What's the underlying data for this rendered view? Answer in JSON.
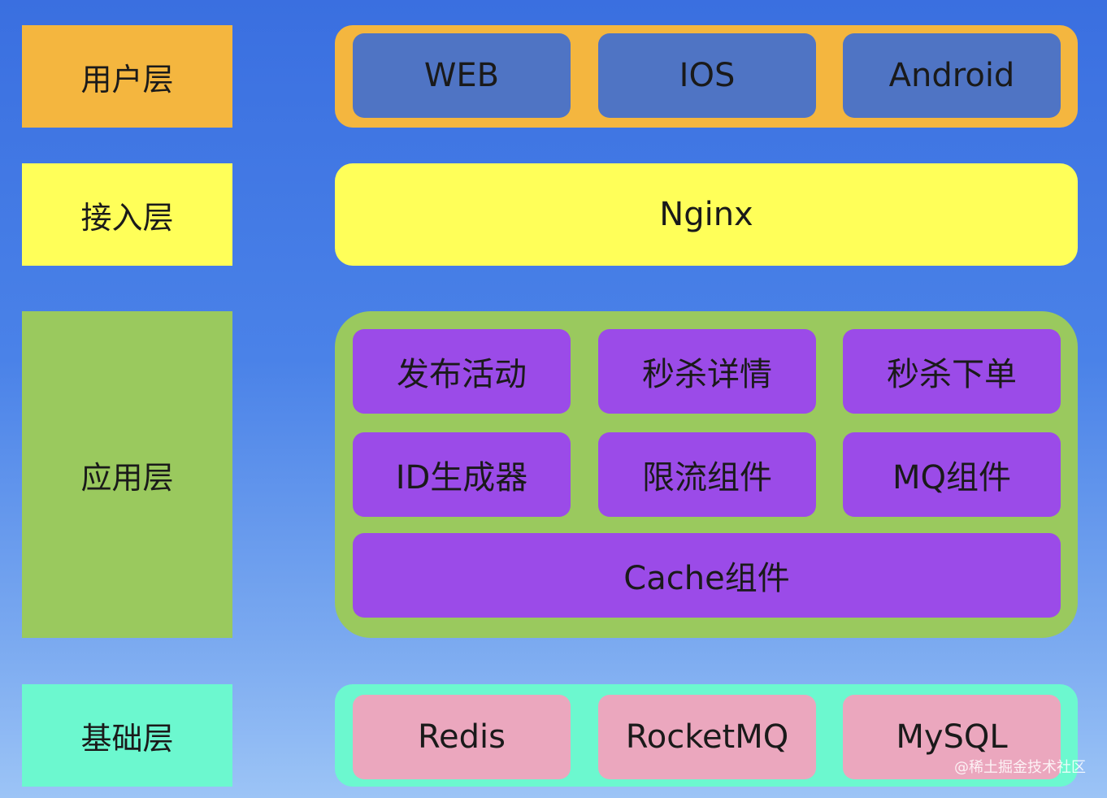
{
  "layers": {
    "user": {
      "label": "用户层",
      "items": [
        "WEB",
        "IOS",
        "Android"
      ],
      "label_color": "#f4b63f",
      "panel_color": "#f4b63f",
      "box_color": "#4f74c4"
    },
    "access": {
      "label": "接入层",
      "item": "Nginx",
      "label_color": "#ffff59",
      "panel_color": "#ffff59"
    },
    "app": {
      "label": "应用层",
      "items": [
        "发布活动",
        "秒杀详情",
        "秒杀下单",
        "ID生成器",
        "限流组件",
        "MQ组件",
        "Cache组件"
      ],
      "label_color": "#9ac95e",
      "panel_color": "#9ac95e",
      "box_color": "#9b4be8"
    },
    "base": {
      "label": "基础层",
      "items": [
        "Redis",
        "RocketMQ",
        "MySQL"
      ],
      "label_color": "#6cf8cf",
      "panel_color": "#6cf8cf",
      "box_color": "#eba7be"
    }
  },
  "watermark": "@稀土掘金技术社区"
}
